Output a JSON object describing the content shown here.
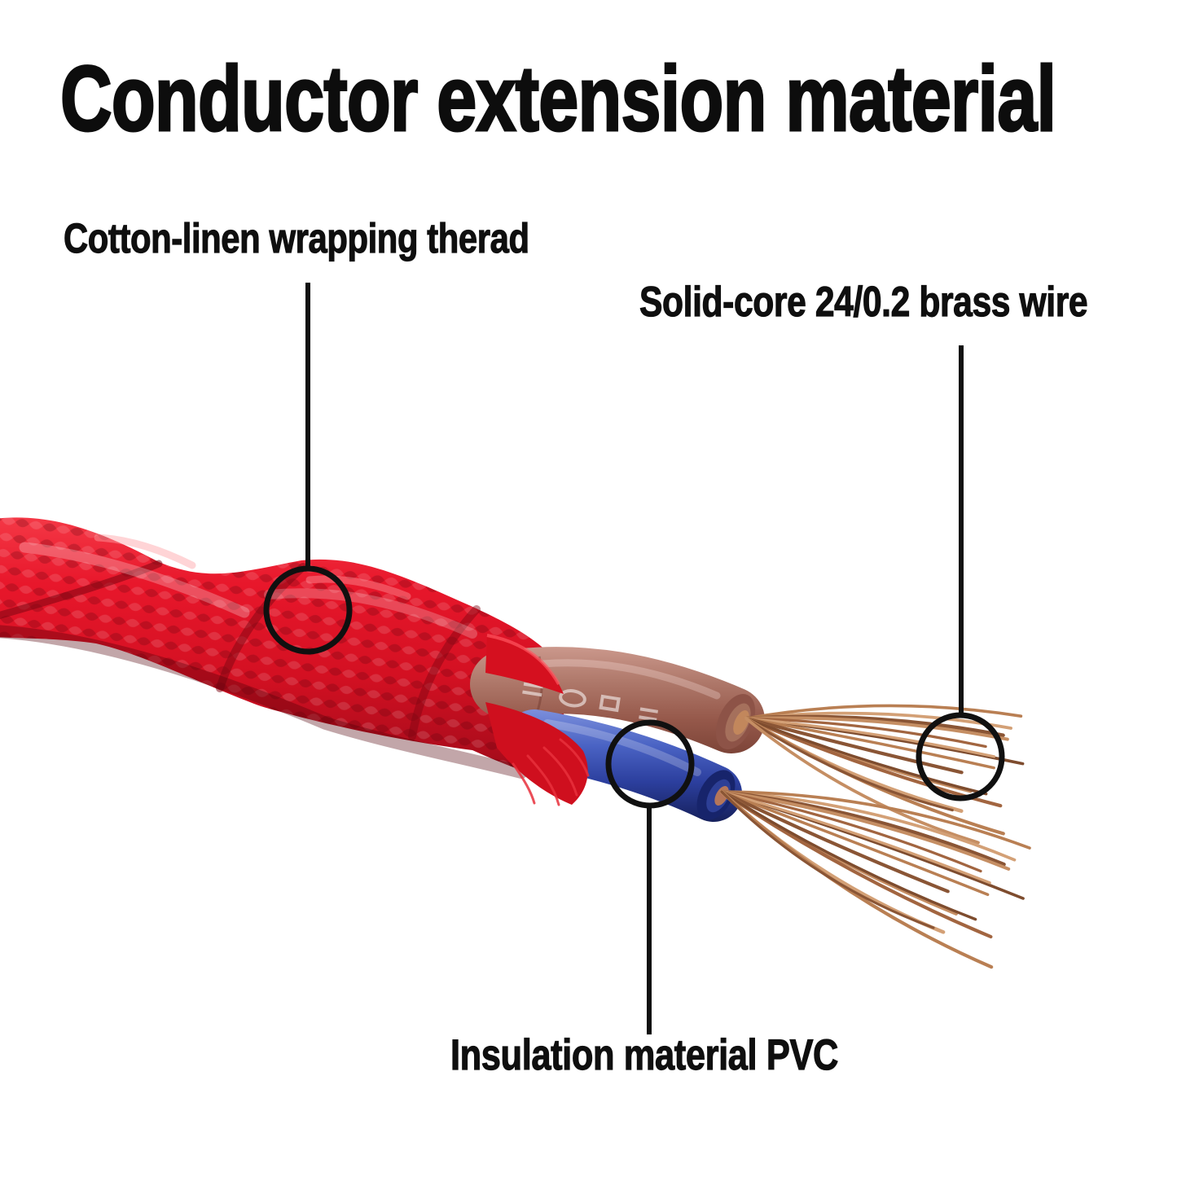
{
  "title": "Conductor extension material",
  "callouts": {
    "cotton": {
      "label": "Cotton-linen wrapping therad"
    },
    "brass": {
      "label": "Solid-core 24/0.2 brass wire"
    },
    "pvc": {
      "label": "Insulation material PVC"
    }
  },
  "image_alt": "Red twisted braided fabric cable stripped to reveal a brown and a blue PVC insulated wire, each with exposed stranded copper conductors",
  "colors": {
    "background": "#ffffff",
    "text": "#111111",
    "annotation_line": "#101010",
    "braid_red": "#e01425",
    "brown_insulation": "#a06a5c",
    "blue_insulation": "#3a55b8",
    "copper": "#b97f53"
  }
}
